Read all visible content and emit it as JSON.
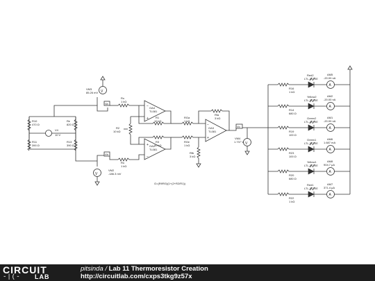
{
  "circuit": {
    "sources": {
      "v4": {
        "name": "V4",
        "value": "10 V"
      },
      "vm3": {
        "name": "VM3",
        "value": "85.26 mV"
      },
      "vm2": {
        "name": "VM2",
        "value": "-186.3 mV"
      },
      "vm4": {
        "name": "VM4",
        "value": "1.737 V"
      }
    },
    "nodes": {
      "va": "Va",
      "vb": "Vb",
      "vo": "Vo"
    },
    "resistors": {
      "r10": {
        "name": "R10",
        "value": "470 Ω"
      },
      "r11": {
        "name": "R11",
        "value": "390 Ω"
      },
      "rb": {
        "name": "Rᴇ",
        "value": "820 Ω"
      },
      "r13": {
        "name": "R13",
        "value": "390 Ω"
      },
      "ru_top": {
        "name": "Rᴜ",
        "value": "1 kΩ"
      },
      "ru_bot": {
        "name": "Rᴜ",
        "value": "1 kΩ"
      },
      "r1": {
        "name": "R1",
        "value": "10 kΩ"
      },
      "r2": {
        "name": "R2",
        "value": "10 kΩ"
      },
      "r3": {
        "name": "R3",
        "value": "10 kΩ"
      },
      "rga": {
        "name": "RGa",
        "value": "1 kΩ"
      },
      "rg": {
        "name": "RGᴇ",
        "value": "1 kΩ"
      },
      "rfa": {
        "name": "Rfa",
        "value": "3 kΩ"
      },
      "rfb": {
        "name": "Rfb",
        "value": "3 kΩ"
      },
      "r16": {
        "name": "R16",
        "value": "1 kΩ"
      },
      "r14": {
        "name": "R14",
        "value": "680 Ω"
      },
      "r19": {
        "name": "R19",
        "value": "100 Ω"
      },
      "r23": {
        "name": "R23",
        "value": "100 Ω"
      },
      "r20": {
        "name": "R20",
        "value": "680 Ω"
      },
      "r22": {
        "name": "R22",
        "value": "1 kΩ"
      }
    },
    "opamps": {
      "oa4": {
        "name": "OA4",
        "part": "TL081"
      },
      "oa2": {
        "name": "OA2",
        "part": "TL081"
      },
      "oa3": {
        "name": "OA3",
        "part": "TL081"
      }
    },
    "leds": {
      "red2": {
        "name": "Red2",
        "part": "LTL-307EE"
      },
      "yellow2": {
        "name": "Yellow2",
        "part": "LTL-307EE"
      },
      "green2": {
        "name": "Green2",
        "part": "LTL-307EE"
      },
      "green1": {
        "name": "Green1",
        "part": "LTL-307EE"
      },
      "yellow1": {
        "name": "Yellow1",
        "part": "LTL-307EE"
      },
      "red1": {
        "name": "Red1",
        "part": "LTL-307EE"
      }
    },
    "ammeters": {
      "am5": {
        "name": "AM5",
        "value": "-20.00 nA"
      },
      "am2": {
        "name": "AM2",
        "value": "-20.00 nA"
      },
      "am1": {
        "name": "AM1",
        "value": "-20.00 nA"
      },
      "am6": {
        "name": "AM6",
        "value": "1.687 mA"
      },
      "am8": {
        "name": "AM8",
        "value": "904.7 µA"
      },
      "am7": {
        "name": "AM7",
        "value": "371.4 µA"
      }
    },
    "formula": "G=(Rf/RG)(1+(2+R2/R1))"
  },
  "footer": {
    "logo_top": "CIRCUIT",
    "logo_bottom_left": "-|(-",
    "logo_bottom_right": "LAB",
    "author": "pitsinda",
    "separator": " / ",
    "title": "Lab 11 Thermoresistor Creation",
    "url": "http://circuitlab.com/cxps3tkg9z57x"
  }
}
